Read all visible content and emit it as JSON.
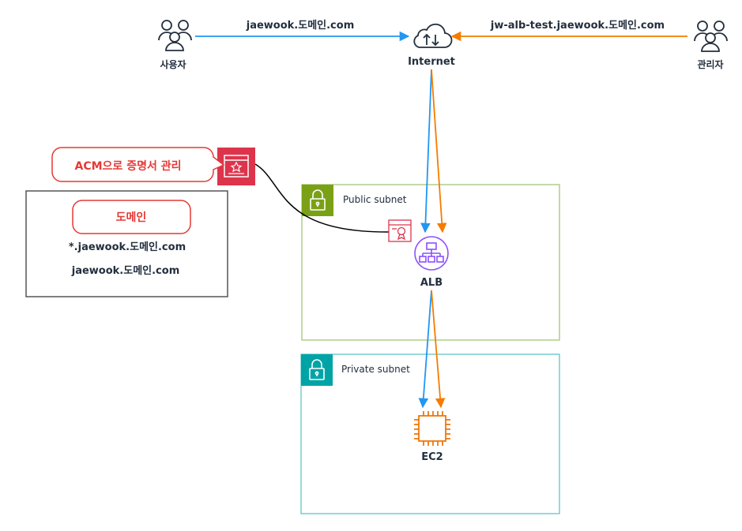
{
  "actors": {
    "user": {
      "label": "사용자"
    },
    "admin": {
      "label": "관리자"
    }
  },
  "internet": {
    "label": "Internet"
  },
  "edges": {
    "user_to_internet": "jaewook.도메인.com",
    "admin_to_internet": "jw-alb-test.jaewook.도메인.com"
  },
  "acm": {
    "label": "ACM으로 증명서 관리"
  },
  "domain_box": {
    "title": "도메인",
    "entries": [
      "*.jaewook.도메인.com",
      "jaewook.도메인.com"
    ]
  },
  "public_subnet": {
    "label": "Public subnet"
  },
  "private_subnet": {
    "label": "Private subnet"
  },
  "alb": {
    "label": "ALB"
  },
  "ec2": {
    "label": "EC2"
  },
  "colors": {
    "user_flow": "#2196f3",
    "admin_flow": "#f57c00",
    "public_subnet": "#7aa116",
    "private_subnet": "#00a4a6",
    "acm": "#dd344c",
    "alb": "#8c4fff",
    "ec2": "#ed7100",
    "callout": "#e53935"
  }
}
